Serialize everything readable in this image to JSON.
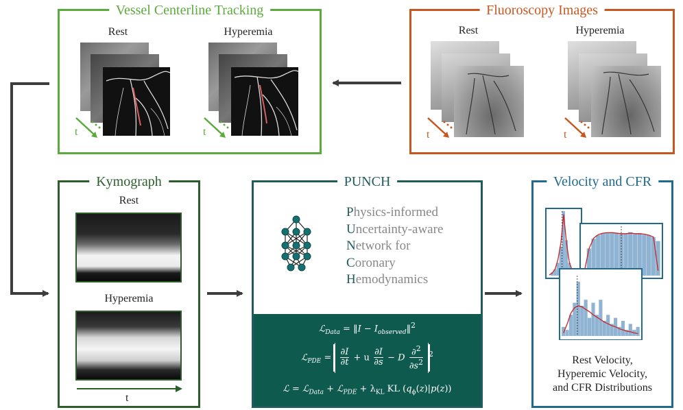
{
  "colors": {
    "vessel_green": "#5aab3c",
    "fluoro_orange": "#c8571f",
    "kymo_green": "#2c5e2c",
    "punch_teal": "#1f5d5d",
    "punch_panel": "#0f5a4e",
    "velocity_blue": "#1f6a8e",
    "arrow_dark": "#3d3d3d",
    "hist_fill": "#8fb3d3",
    "fit_red": "#cc2222"
  },
  "vessel": {
    "title": "Vessel Centerline Tracking",
    "rest_label": "Rest",
    "hyperemia_label": "Hyperemia",
    "time_label_1": "t",
    "time_label_2": "t"
  },
  "fluoro": {
    "title": "Fluoroscopy Images",
    "rest_label": "Rest",
    "hyperemia_label": "Hyperemia",
    "time_label_1": "t",
    "time_label_2": "t"
  },
  "kymograph": {
    "title": "Kymograph",
    "rest_label": "Rest",
    "hyperemia_label": "Hyperemia",
    "time_label": "t"
  },
  "punch": {
    "title": "PUNCH",
    "acronym": [
      {
        "cap": "P",
        "rest": "hysics-informed"
      },
      {
        "cap": "U",
        "rest": "ncertainty-aware"
      },
      {
        "cap": "N",
        "rest": "etwork for"
      },
      {
        "cap": "C",
        "rest": "oronary"
      },
      {
        "cap": "H",
        "rest": "emodynamics"
      }
    ]
  },
  "velocity": {
    "title": "Velocity and CFR",
    "caption_line1": "Rest Velocity,",
    "caption_line2": "Hyperemic Velocity,",
    "caption_line3": "and CFR Distributions"
  },
  "chart_data": [
    {
      "type": "bar",
      "values": [
        0,
        0.05,
        0.1,
        0.2,
        0.45,
        1.0,
        0.55,
        0.2,
        0.08,
        0.03,
        0.0
      ],
      "fit": [
        0.01,
        0.04,
        0.1,
        0.25,
        0.5,
        0.95,
        0.5,
        0.2,
        0.08,
        0.02,
        0.0
      ]
    },
    {
      "type": "bar",
      "values": [
        0.1,
        0.55,
        0.75,
        0.82,
        0.86,
        0.87,
        0.88,
        0.86,
        0.84,
        0.85,
        0.88,
        0.84,
        0.86,
        0.83,
        0.82,
        0.78,
        0.7
      ],
      "fit": [
        0.1,
        0.55,
        0.76,
        0.83,
        0.86,
        0.87,
        0.87,
        0.86,
        0.85,
        0.85,
        0.86,
        0.85,
        0.85,
        0.84,
        0.82,
        0.78,
        0.1
      ]
    },
    {
      "type": "bar",
      "values": [
        0.15,
        0.1,
        0.35,
        0.55,
        0.9,
        0.5,
        0.6,
        0.3,
        0.55,
        0.35,
        0.6,
        0.25,
        0.35,
        0.2,
        0.3,
        0.15,
        0.25,
        0.1,
        0.2,
        0.1,
        0.15
      ],
      "fit": [
        0.05,
        0.2,
        0.38,
        0.47,
        0.5,
        0.48,
        0.44,
        0.4,
        0.35,
        0.31,
        0.27,
        0.23,
        0.2,
        0.17,
        0.15,
        0.12,
        0.1,
        0.08,
        0.07,
        0.05,
        0.04
      ]
    }
  ]
}
